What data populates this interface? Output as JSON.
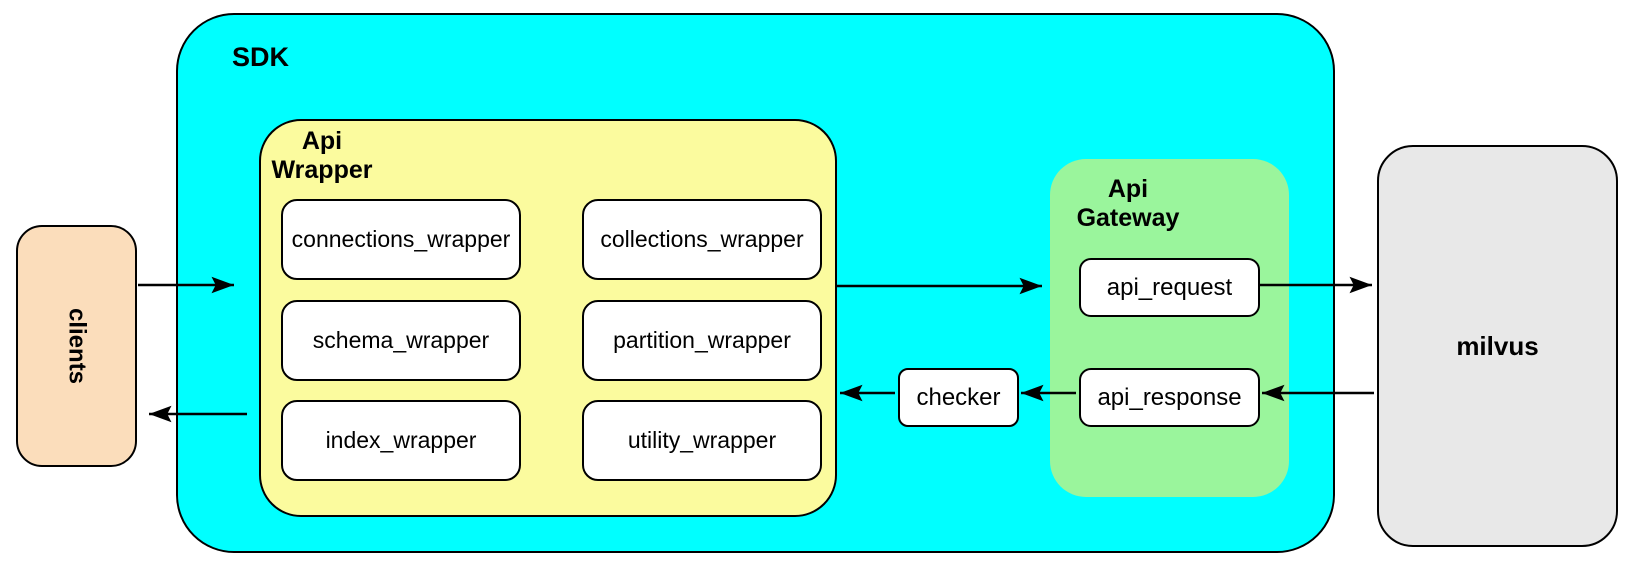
{
  "diagram": {
    "nodes": {
      "clients": {
        "label": "clients"
      },
      "sdk": {
        "label": "SDK"
      },
      "api_wrapper": {
        "label": "Api\nWrapper"
      },
      "api_gateway": {
        "label": "Api\nGateway"
      },
      "checker": {
        "label": "checker"
      },
      "api_request": {
        "label": "api_request"
      },
      "api_response": {
        "label": "api_response"
      },
      "milvus": {
        "label": "milvus"
      }
    },
    "wrapper_boxes": [
      {
        "label": "connections_wrapper"
      },
      {
        "label": "collections_wrapper"
      },
      {
        "label": "schema_wrapper"
      },
      {
        "label": "partition_wrapper"
      },
      {
        "label": "index_wrapper"
      },
      {
        "label": "utility_wrapper"
      }
    ],
    "edges": [
      {
        "from": "clients",
        "to": "sdk"
      },
      {
        "from": "api_wrapper",
        "to": "api_gateway"
      },
      {
        "from": "api_request",
        "to": "milvus"
      },
      {
        "from": "milvus",
        "to": "api_response"
      },
      {
        "from": "api_response",
        "to": "checker"
      },
      {
        "from": "checker",
        "to": "api_wrapper"
      },
      {
        "from": "sdk",
        "to": "clients"
      }
    ]
  },
  "colors": {
    "sdk_fill": "#00ffff",
    "wrapper_fill": "#fbfb9e",
    "gateway_fill": "#9af59c",
    "clients_fill": "#fbddbb",
    "milvus_fill": "#e8e8e8",
    "box_fill": "#ffffff",
    "border": "#000000",
    "arrow": "#000000"
  }
}
